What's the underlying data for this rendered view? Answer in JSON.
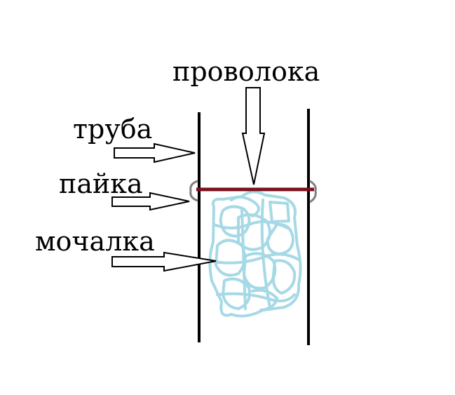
{
  "labels": {
    "wire": "проволока",
    "pipe": "труба",
    "solder": "пайка",
    "sponge": "мочалка"
  },
  "colors": {
    "pipe": "#000000",
    "wire": "#7a0f1e",
    "sponge": "#a6d9e6",
    "solder": "#808080"
  }
}
